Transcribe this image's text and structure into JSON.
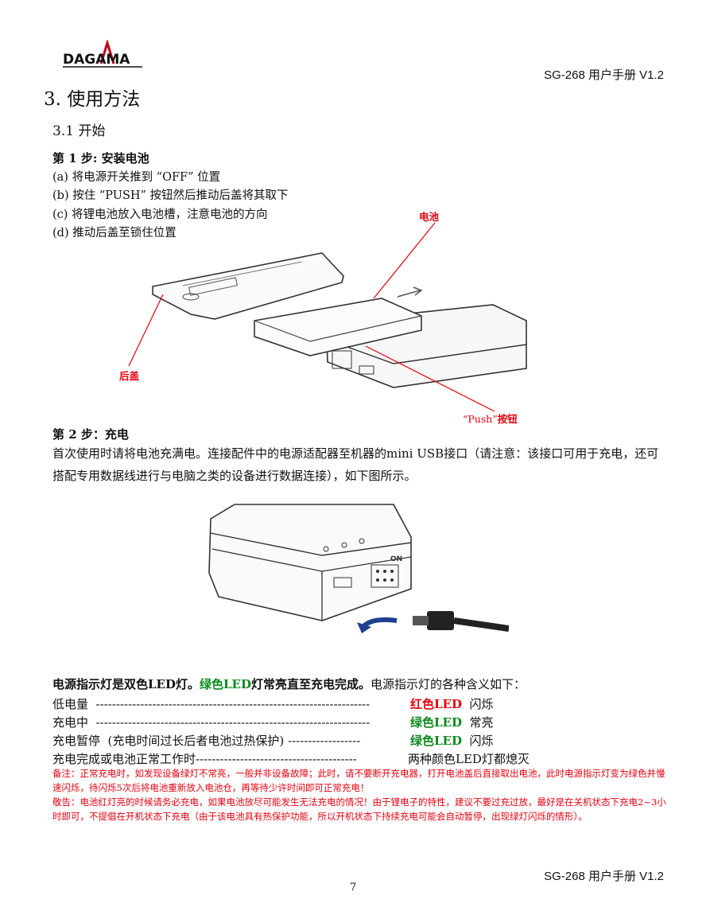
{
  "header": {
    "logo_text": "DAGAMA",
    "title": "SG-268  用户手册  V1.2"
  },
  "section": {
    "heading": "3.  使用方法",
    "sub": "3.1  开始"
  },
  "step1": {
    "title": "第  1  步:  安装电池",
    "lines": [
      "(a)  将电源开关推到  “OFF”  位置",
      "(b)  按住  “PUSH”  按钮然后推动后盖将其取下",
      "(c)  将锂电池放入电池槽，注意电池的方向",
      "(d)  推动后盖至锁住位置"
    ],
    "callouts": {
      "battery": "电池",
      "cover": "后盖",
      "push_q": "“Push”",
      "push_btn": "按钮"
    }
  },
  "step2": {
    "title": "第  2  步：充电",
    "para": "首次使用时请将电池充满电。连接配件中的电源适配器至机器的mini USB接口（请注意：该接口可用于充电，还可搭配专用数据线进行与电脑之类的设备进行数据连接），如下图所示。"
  },
  "indicator": {
    "p1": "电源指示灯是双色LED灯。",
    "p2_green": "绿色LED",
    "p2_rest": "灯常亮直至充电完成。",
    "p3": "电源指示灯的各种含义如下：",
    "rows": [
      {
        "label": "低电量  -------------------------------------------------------------------- ",
        "color": "红色LED",
        "tone": "red",
        "state": "  闪烁"
      },
      {
        "label": "充电中  -------------------------------------------------------------------- ",
        "color": "绿色LED",
        "tone": "green",
        "state": "  常亮"
      },
      {
        "label": "充电暂停  (充电时间过长后者电池过热保护) ------------------ ",
        "color": "绿色LED",
        "tone": "green",
        "state": "  闪烁"
      },
      {
        "label": "充电完成或电池正常工作时---------------------------------------- ",
        "color": "",
        "tone": "black",
        "state": "两种颜色LED灯都熄灭"
      }
    ],
    "note1": "备注：正常充电时，如发现设备绿灯不常亮，一般并非设备故障；此时，请不要断开充电器，打开电池盖后直接取出电池，此时电源指示灯变为绿色并慢速闪烁，待闪烁5次后将电池重新放入电池仓，再等待少许时间即可正常充电！",
    "note2": "敬告：电池红灯亮的时候请务必充电，如果电池放尽可能发生无法充电的情况！由于锂电子的特性，建议不要过充过放，最好是在关机状态下充电2~3小时即可，不提倡在开机状态下充电（由于该电池具有热保护功能，所以开机状态下持续充电可能会自动暂停，出现绿灯闪烁的情形）。"
  },
  "device_labels": {
    "on": "ON"
  },
  "footer": {
    "title": "SG-268  用户手册  V1.2",
    "page": "7"
  }
}
